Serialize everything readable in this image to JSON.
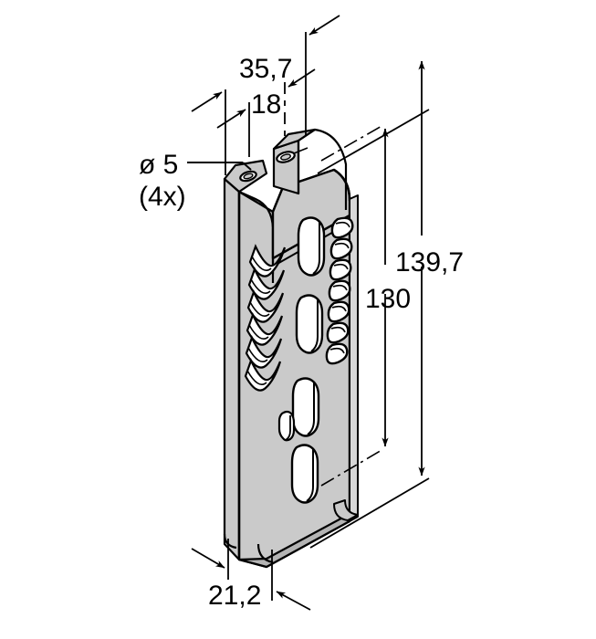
{
  "drawing": {
    "title": "Sheet-metal mounting bracket isometric dimensioned drawing",
    "background_color": "#ffffff",
    "line_color": "#000000",
    "face_fill": "#cacaca",
    "face_fill_dark": "#b4b4b4",
    "face_fill_light": "#d8d8d8",
    "units_note": "millimetres, comma decimal separator"
  },
  "dimensions": {
    "width_overall": "35,7",
    "width_tab": "18",
    "height_overall": "139,7",
    "height_mounting": "130",
    "depth": "21,2",
    "hole_diameter": "ø 5",
    "hole_count": "(4x)"
  },
  "labels": {
    "d35_7": "35,7",
    "d18": "18",
    "d139_7": "139,7",
    "d130": "130",
    "d21_2": "21,2",
    "hole_dia": "ø 5",
    "hole_qty": "(4x)"
  },
  "features": {
    "center_slots_count": 4,
    "small_slot_count": 1,
    "chevron_louvers_count": 6,
    "edge_serrations_count": 7,
    "mounting_tabs_count": 2,
    "tab_holes_count": 2
  }
}
